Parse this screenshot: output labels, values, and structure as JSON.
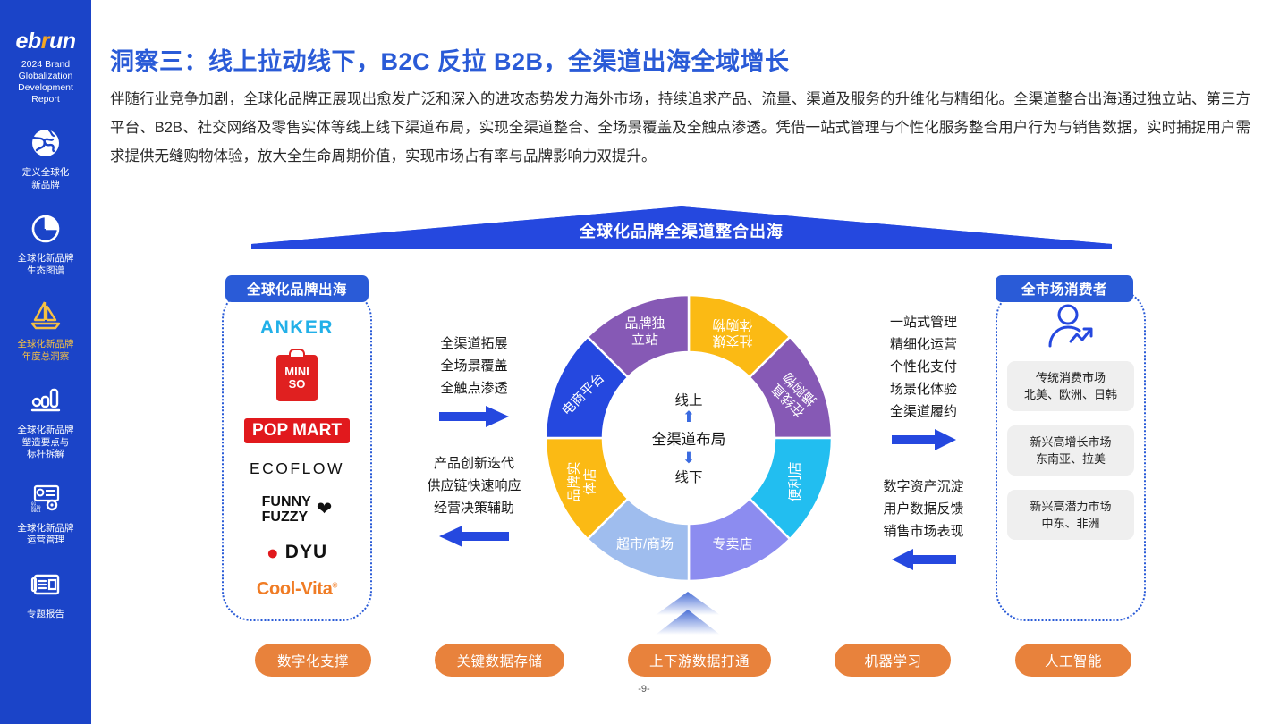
{
  "sidebar": {
    "logo": {
      "part1": "eb",
      "accent": "r",
      "part2": "un"
    },
    "subtitle": "2024 Brand\nGlobalization\nDevelopment\nReport",
    "items": [
      {
        "icon": "globe-icon",
        "label": "定义全球化\n新品牌",
        "highlight": false
      },
      {
        "icon": "pie-chart-icon",
        "label": "全球化新品牌\n生态图谱",
        "highlight": false
      },
      {
        "icon": "sailboat-icon",
        "label": "全球化新品牌\n年度总洞察",
        "highlight": true
      },
      {
        "icon": "bar-chart-icon",
        "label": "全球化新品牌\n塑造要点与\n标杆拆解",
        "highlight": false
      },
      {
        "icon": "gears-data-icon",
        "label": "全球化新品牌\n运营管理",
        "highlight": false
      },
      {
        "icon": "report-icon",
        "label": "专题报告",
        "highlight": false
      }
    ]
  },
  "header": {
    "title": "洞察三：线上拉动线下，B2C 反拉 B2B，全渠道出海全域增长",
    "body": "伴随行业竞争加剧，全球化品牌正展现出愈发广泛和深入的进攻态势发力海外市场，持续追求产品、流量、渠道及服务的升维化与精细化。全渠道整合出海通过独立站、第三方平台、B2B、社交网络及零售实体等线上线下渠道布局，实现全渠道整合、全场景覆盖及全触点渗透。凭借一站式管理与个性化服务整合用户行为与销售数据，实时捕捉用户需求提供无缝购物体验，放大全生命周期价值，实现市场占有率与品牌影响力双提升。"
  },
  "banner": {
    "label": "全球化品牌全渠道整合出海"
  },
  "brand_panel": {
    "tag": "全球化品牌出海",
    "brands": [
      {
        "name": "ANKER"
      },
      {
        "name": "MINISO",
        "line1": "MINI",
        "line2": "SO"
      },
      {
        "name": "POP MART"
      },
      {
        "name": "ECOFLOW"
      },
      {
        "name": "FUNNY FUZZY",
        "line1": "FUNNY",
        "line2": "FUZZY"
      },
      {
        "name": "DYU"
      },
      {
        "name": "Cool-Vita"
      }
    ]
  },
  "consumer_panel": {
    "tag": "全市场消费者",
    "markets": [
      "传统消费市场\n北美、欧洲、日韩",
      "新兴高增长市场\n东南亚、拉美",
      "新兴高潜力市场\n中东、非洲"
    ]
  },
  "chart_data": {
    "type": "pie",
    "title": "全渠道布局",
    "center": {
      "top_label": "线上",
      "main_label": "全渠道布局",
      "bottom_label": "线下"
    },
    "categories": [
      "社交媒体购物",
      "在线直播购物",
      "便利店",
      "专卖店",
      "超市/商场",
      "品牌实体店",
      "电商平台",
      "品牌独立站"
    ],
    "values": [
      12.5,
      12.5,
      12.5,
      12.5,
      12.5,
      12.5,
      12.5,
      12.5
    ],
    "colors": [
      "#FBBA14",
      "#8659B5",
      "#22BEF0",
      "#8C8CF0",
      "#9FBDEE",
      "#FBBA14",
      "#2548DF",
      "#8659B5"
    ],
    "legend": "none",
    "labels": {
      "social": "社交媒体购物",
      "live": "在线直播购物",
      "convenience": "便利店",
      "specialty": "专卖店",
      "supermarket": "超市/商场",
      "brandstore": "品牌实体店",
      "ecommerce": "电商平台",
      "dtc": "品牌独立站"
    }
  },
  "notes": {
    "left_top": {
      "lines": [
        "全渠道拓展",
        "全场景覆盖",
        "全触点渗透"
      ],
      "arrow": "arrow-right-icon"
    },
    "left_bottom": {
      "lines": [
        "产品创新迭代",
        "供应链快速响应",
        "经营决策辅助"
      ],
      "arrow": "arrow-left-icon"
    },
    "right_top": {
      "lines": [
        "一站式管理",
        "精细化运营",
        "个性化支付",
        "场景化体验",
        "全渠道履约"
      ],
      "arrow": "arrow-right-icon"
    },
    "right_bottom": {
      "lines": [
        "数字资产沉淀",
        "用户数据反馈",
        "销售市场表现"
      ],
      "arrow": "arrow-left-icon"
    }
  },
  "pills": [
    "数字化支撑",
    "关键数据存储",
    "上下游数据打通",
    "机器学习",
    "人工智能"
  ],
  "page_number": "-9-",
  "colors": {
    "brand_blue": "#1B44C8",
    "title_blue": "#2A5BD7",
    "banner_blue": "#2548DF",
    "pill_orange": "#E8823C",
    "gold": "#F5C043"
  }
}
